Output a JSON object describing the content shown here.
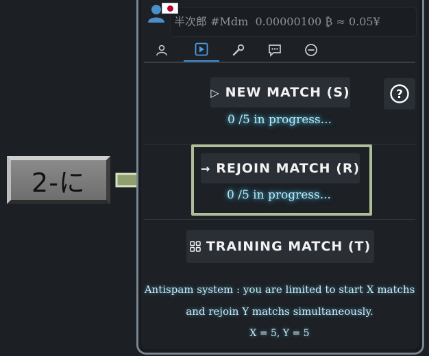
{
  "callout": {
    "key_label": "2-に"
  },
  "header": {
    "username": "半次郎",
    "handle": "#Mdm",
    "balance_btc": "0.00000100 ₿",
    "approx_yen": "≈ 0.05¥"
  },
  "tabs": [
    {
      "icon": "user-icon"
    },
    {
      "icon": "play-icon"
    },
    {
      "icon": "wrench-icon"
    },
    {
      "icon": "chat-icon"
    },
    {
      "icon": "minus-circle-icon"
    }
  ],
  "new_match": {
    "icon": "▷",
    "label": "NEW MATCH (S)",
    "progress": "0 /5 in progress..."
  },
  "rejoin_match": {
    "icon": "→",
    "label": "REJOIN MATCH (R)",
    "progress": "0 /5 in progress..."
  },
  "training_match": {
    "icon": "grid-icon",
    "label": "TRAINING MATCH (T)"
  },
  "help": {
    "icon": "question-icon",
    "glyph": "?"
  },
  "antispam": {
    "line1": "Antispam system : you are limited to start X matchs",
    "line2": "and rejoin Y matchs simultaneously.",
    "line3": "X = 5, Y = 5"
  },
  "colors": {
    "highlight": "#aebe99",
    "tab_active": "#3d8fd4",
    "glow": "#4fb6d6"
  }
}
